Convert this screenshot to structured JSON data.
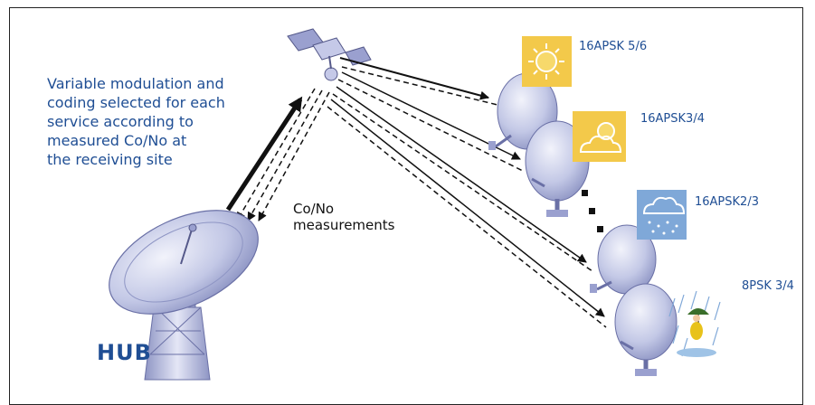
{
  "caption": {
    "lines": [
      "Variable modulation and",
      "coding selected for each",
      "service according to",
      "measured Co/No at",
      "the receiving site"
    ]
  },
  "hub": {
    "label": "HUB"
  },
  "measurement_label": {
    "line1": "Co/No",
    "line2": "measurements"
  },
  "terminals": [
    {
      "modcod": "16APSK 5/6",
      "weather": "sun-icon"
    },
    {
      "modcod": "16APSK3/4",
      "weather": "partly-cloudy-icon"
    },
    {
      "modcod": "16APSK2/3",
      "weather": "rain-cloud-icon"
    },
    {
      "modcod": "8PSK 3/4",
      "weather": "heavy-rain-icon"
    }
  ],
  "colors": {
    "text_blue": "#1f4e94",
    "dish": "#b8bee0",
    "sun_box": "#f3c94a",
    "rain_box": "#7fa8d8"
  }
}
